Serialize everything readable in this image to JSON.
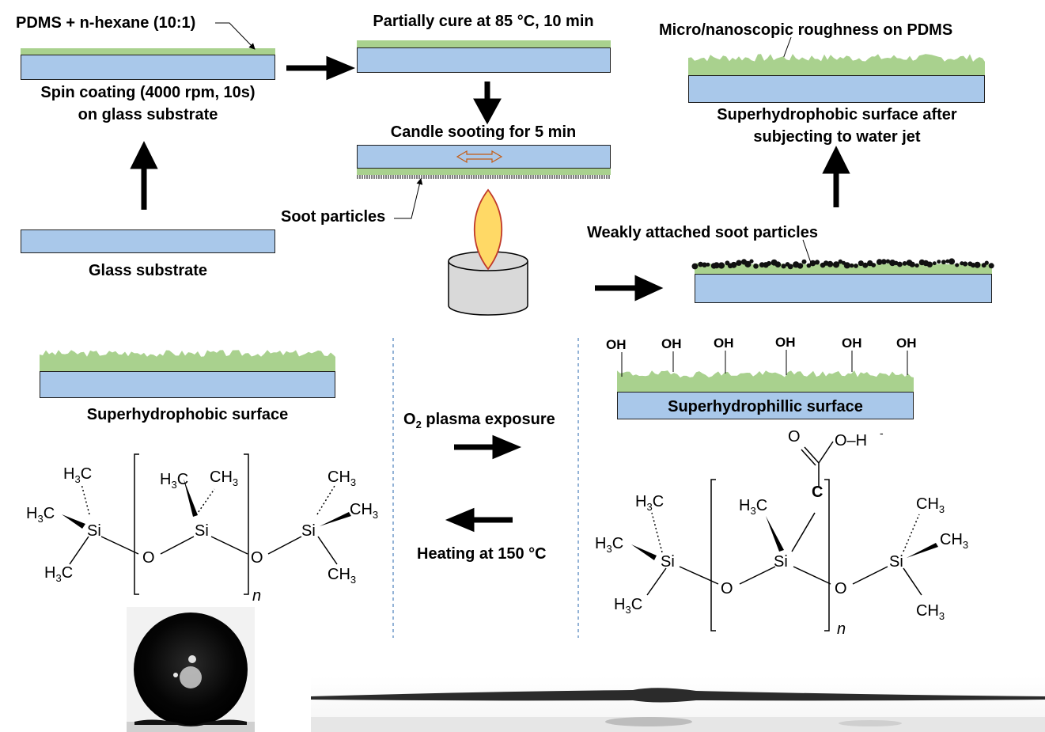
{
  "labels": {
    "pdms_mix": "PDMS + n-hexane (10:1)",
    "spin_line1": "Spin coating (4000 rpm, 10s)",
    "spin_line2": "on glass substrate",
    "glass": "Glass substrate",
    "partial_cure": "Partially cure at 85 °C, 10 min",
    "candle": "Candle sooting for 5 min",
    "soot": "Soot particles",
    "roughness": "Micro/nanoscopic roughness on PDMS",
    "after_jet_line1": "Superhydrophobic surface after",
    "after_jet_line2": "subjecting to water jet",
    "weak_soot": "Weakly attached soot particles",
    "superhydrophobic": "Superhydrophobic surface",
    "superhydrophilic": "Superhydrophillic surface",
    "o2_prefix": "O",
    "o2_sub": "2",
    "o2_suffix": " plasma exposure",
    "heating": "Heating at 150 °C"
  },
  "hydroxyl_groups": [
    "OH",
    "OH",
    "OH",
    "OH",
    "OH",
    "OH"
  ],
  "chem_left": {
    "methyl": "CH",
    "methyl_sub": "3",
    "h3_h": "H",
    "h3_sub": "3",
    "h3_c": "C",
    "si": "Si",
    "o": "O",
    "n": "n"
  },
  "chem_right": {
    "carbonyl_o": "O",
    "hydroxide": "O–H",
    "minus": "-",
    "carbon": "C",
    "h3_h": "H",
    "h3_sub": "3",
    "h3_c": "C",
    "methyl": "CH",
    "methyl_sub": "3",
    "si": "Si",
    "o": "O",
    "n": "n"
  },
  "colors": {
    "glass": "#a9c8ea",
    "pdms": "#a9d18e",
    "soot": "#111111",
    "flame_outer": "#c0392b",
    "flame_inner": "#ffd966",
    "candle": "#d9d9d9",
    "divider": "#4a7ebb"
  }
}
